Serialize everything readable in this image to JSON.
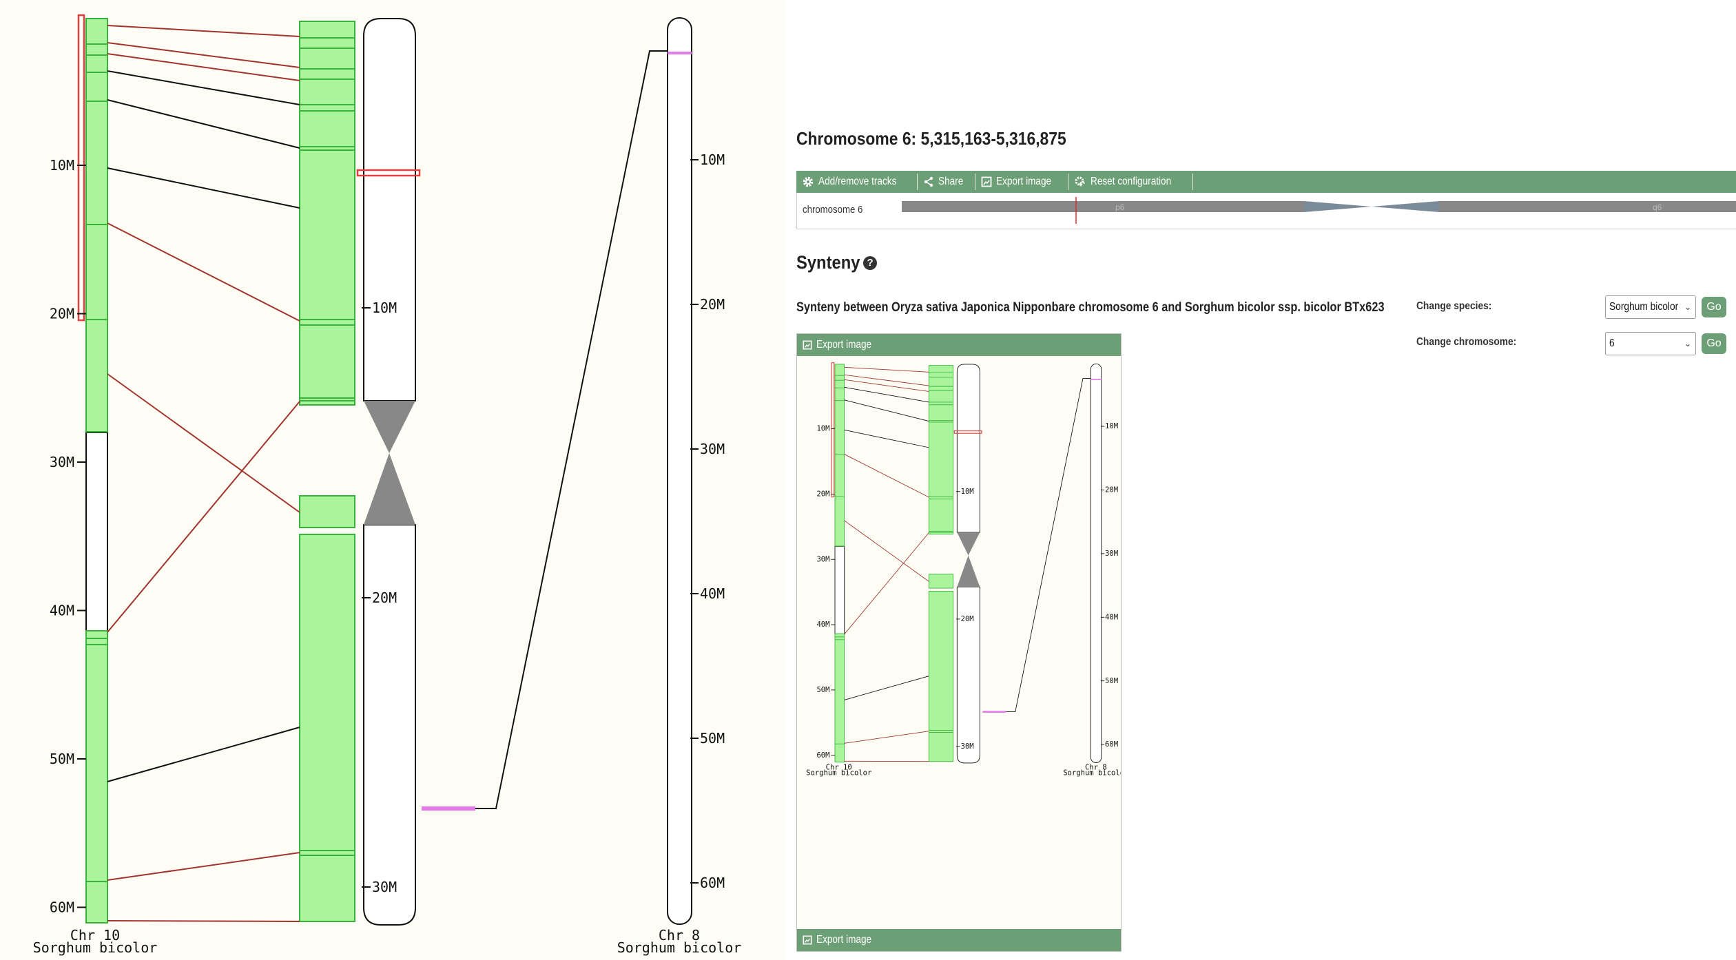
{
  "main_figure": {
    "left_chromosome": {
      "chr_label": "Chr 10",
      "species_label": "Sorghum bicolor"
    },
    "reference_ticks": [
      "10M",
      "20M",
      "30M"
    ],
    "left_ticks": [
      "10M",
      "20M",
      "30M",
      "40M",
      "50M",
      "60M"
    ],
    "right_chromosome": {
      "chr_label": "Chr 8",
      "species_label": "Sorghum bicolor"
    },
    "right_ticks": [
      "10M",
      "20M",
      "30M",
      "40M",
      "50M",
      "60M"
    ]
  },
  "location_title": "Chromosome 6: 5,315,163-5,316,875",
  "toolbar": {
    "add_remove": "Add/remove tracks",
    "share": "Share",
    "export": "Export image",
    "reset": "Reset configuration"
  },
  "ideogram": {
    "chr_label": "chromosome 6",
    "p_arm": "p6",
    "q_arm": "q6"
  },
  "synteny": {
    "heading": "Synteny",
    "help": "?",
    "description": "Synteny between Oryza sativa Japonica Nipponbare chromosome 6 and Sorghum bicolor ssp. bicolor BTx623",
    "change_species_label": "Change species:",
    "species_value": "Sorghum bicolor",
    "change_chromosome_label": "Change chromosome:",
    "chromosome_value": "6",
    "go_label": "Go",
    "export_label": "Export image"
  },
  "colors": {
    "accent": "#6c9f75",
    "block": "#aaf59c",
    "block_border": "#38b23a",
    "red_link": "#a1342d",
    "black_link": "#111111",
    "highlight": "#e27ae8"
  }
}
